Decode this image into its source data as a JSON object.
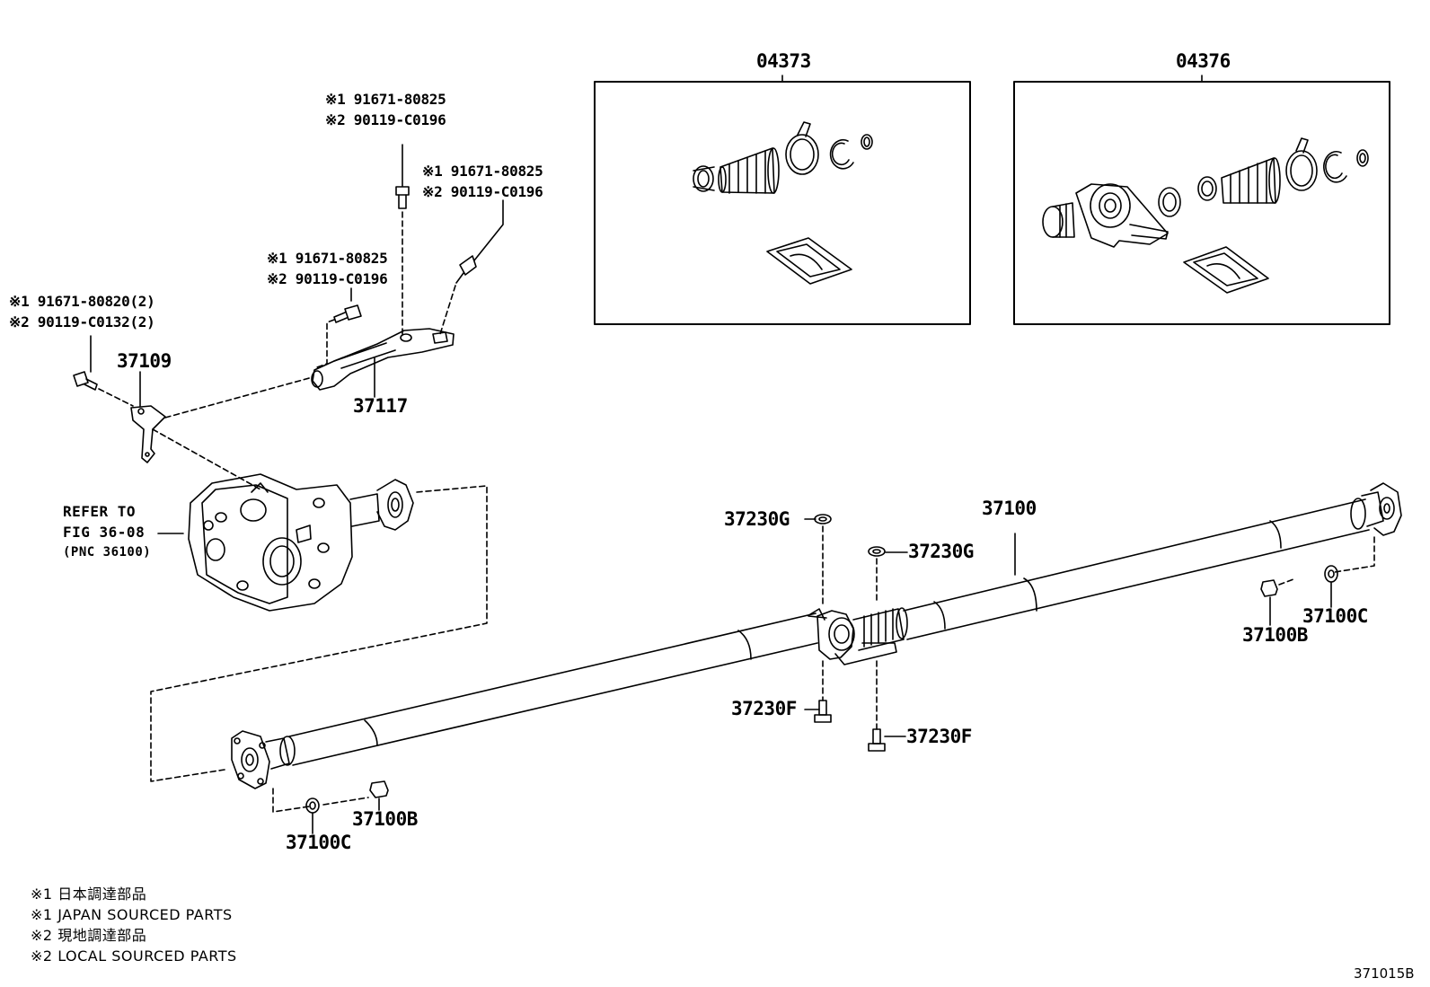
{
  "kits": {
    "k1": {
      "part": "04373"
    },
    "k2": {
      "part": "04376"
    }
  },
  "bolts": {
    "top": {
      "l1_mark": "※1",
      "l1_part": "91671-80825",
      "l2_mark": "※2",
      "l2_part": "90119-C0196"
    },
    "right": {
      "l1_mark": "※1",
      "l1_part": "91671-80825",
      "l2_mark": "※2",
      "l2_part": "90119-C0196"
    },
    "mid": {
      "l1_mark": "※1",
      "l1_part": "91671-80825",
      "l2_mark": "※2",
      "l2_part": "90119-C0196"
    },
    "left": {
      "l1_mark": "※1",
      "l1_part": "91671-80820(2)",
      "l2_mark": "※2",
      "l2_part": "90119-C0132(2)"
    }
  },
  "parts": {
    "p37109": "37109",
    "p37117": "37117",
    "p37100": "37100",
    "p37230G_a": "37230G",
    "p37230G_b": "37230G",
    "p37230F_a": "37230F",
    "p37230F_b": "37230F",
    "p37100B_r": "37100B",
    "p37100C_r": "37100C",
    "p37100B_l": "37100B",
    "p37100C_l": "37100C"
  },
  "refer": {
    "line1": "REFER TO",
    "line2": "FIG 36-08",
    "line3": "(PNC 36100)"
  },
  "notes": [
    {
      "mark": "※1",
      "text": "日本調達部品"
    },
    {
      "mark": "※1",
      "text": "JAPAN SOURCED PARTS"
    },
    {
      "mark": "※2",
      "text": "現地調達部品"
    },
    {
      "mark": "※2",
      "text": "LOCAL SOURCED PARTS"
    }
  ],
  "figure_code": "371015B"
}
